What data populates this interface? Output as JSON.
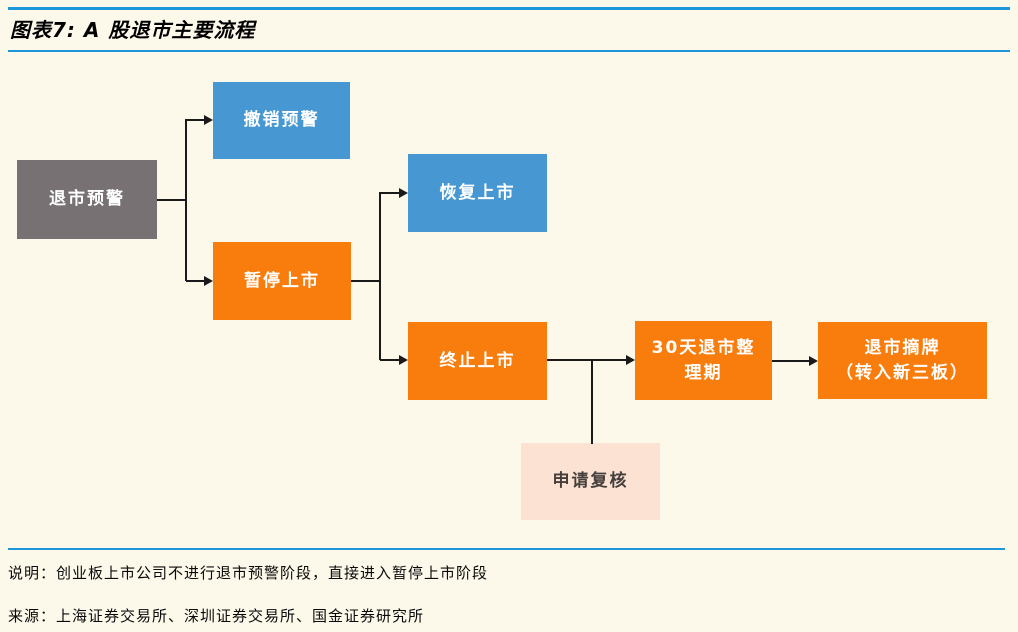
{
  "header": {
    "title": "图表7: A 股退市主要流程"
  },
  "flowchart": {
    "nodes": [
      {
        "id": "delisting-warning",
        "label": "退市预警",
        "color": "#787173"
      },
      {
        "id": "revoke-warning",
        "label": "撤销预警",
        "color": "#4697D2"
      },
      {
        "id": "suspend-listing",
        "label": "暂停上市",
        "color": "#F97D0D"
      },
      {
        "id": "resume-listing",
        "label": "恢复上市",
        "color": "#4697D2"
      },
      {
        "id": "terminate-listing",
        "label": "终止上市",
        "color": "#F97D0D"
      },
      {
        "id": "delisting-period",
        "label": "30天退市整理期",
        "color": "#F97D0D"
      },
      {
        "id": "delist-transfer",
        "label": "退市摘牌",
        "label2": "（转入新三板）",
        "color": "#F97D0D"
      },
      {
        "id": "apply-review",
        "label": "申请复核",
        "color": "#FBE2D3"
      }
    ],
    "edges": [
      {
        "from": "退市预警",
        "to": "撤销预警"
      },
      {
        "from": "退市预警",
        "to": "暂停上市"
      },
      {
        "from": "暂停上市",
        "to": "恢复上市"
      },
      {
        "from": "暂停上市",
        "to": "终止上市"
      },
      {
        "from": "终止上市",
        "to": "30天退市整理期"
      },
      {
        "from": "终止上市",
        "to": "申请复核"
      },
      {
        "from": "30天退市整理期",
        "to": "退市摘牌（转入新三板）"
      }
    ]
  },
  "footer": {
    "note": "说明：创业板上市公司不进行退市预警阶段，直接进入暂停上市阶段",
    "source": "来源：上海证券交易所、深圳证券交易所、国金证券研究所"
  },
  "colors": {
    "background": "#FDF9EA",
    "rule_blue": "#1E96DC",
    "box_blue": "#4697D2",
    "box_orange": "#F97D0D",
    "box_gray": "#787173",
    "box_pink": "#FBE2D3",
    "connector": "#1A1A1A",
    "box_text": "#FFFFFF"
  }
}
